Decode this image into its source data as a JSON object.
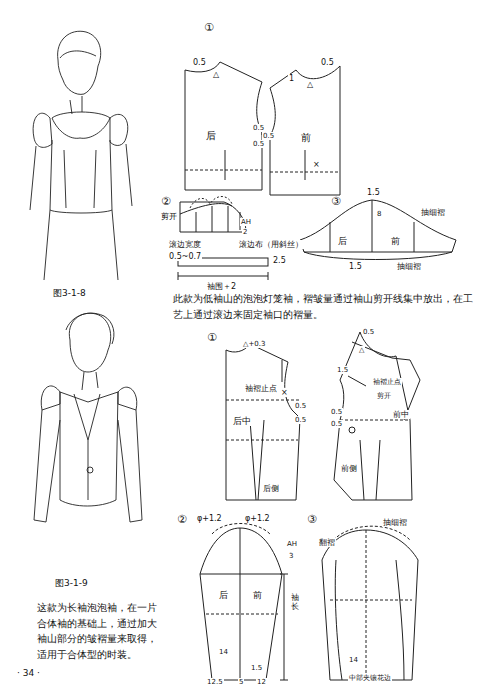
{
  "diagram": {
    "caption": "此款为低袖山的泡泡灯笼袖，褶皱量通过袖山剪开线集中放出，在工艺上通过滚边来固定袖口的褶量。",
    "labels": [
      "①",
      "0.5",
      "△",
      "后",
      "0.5",
      "0.5",
      "0.5",
      "1",
      "0.5",
      "△",
      "前",
      "×",
      "②",
      "剪开",
      "AH",
      "2",
      "③",
      "1.5",
      "抽细褶",
      "后",
      "前",
      "8",
      "1.5",
      "抽细褶",
      "滚边宽度",
      "0.5~0.7",
      "滚边布（用斜丝）",
      "2.5",
      "袖围＋2",
      "图3-1-8",
      "①",
      "△+0.3",
      "袖褶止点",
      "后中",
      "×",
      "0.5",
      "0.5",
      "后侧",
      "0.5",
      "1.5",
      "△",
      "袖褶止点",
      "剪开",
      "0.5",
      "0.5",
      "前中",
      "前侧",
      "②",
      "φ+1.2",
      "φ+1.2",
      "AH",
      "3",
      "后",
      "前",
      "袖长",
      "14",
      "1.5",
      "12.5",
      "5",
      "12",
      "③",
      "抽细褶",
      "翻褶",
      "14",
      "中部夹镶花边",
      "图3-1-9",
      "这款为长袖泡泡袖，在一片合体袖的基础上，通过加大袖山部分的皱褶量来取得，适用于合体型的时装。",
      "· 34 ·"
    ]
  }
}
